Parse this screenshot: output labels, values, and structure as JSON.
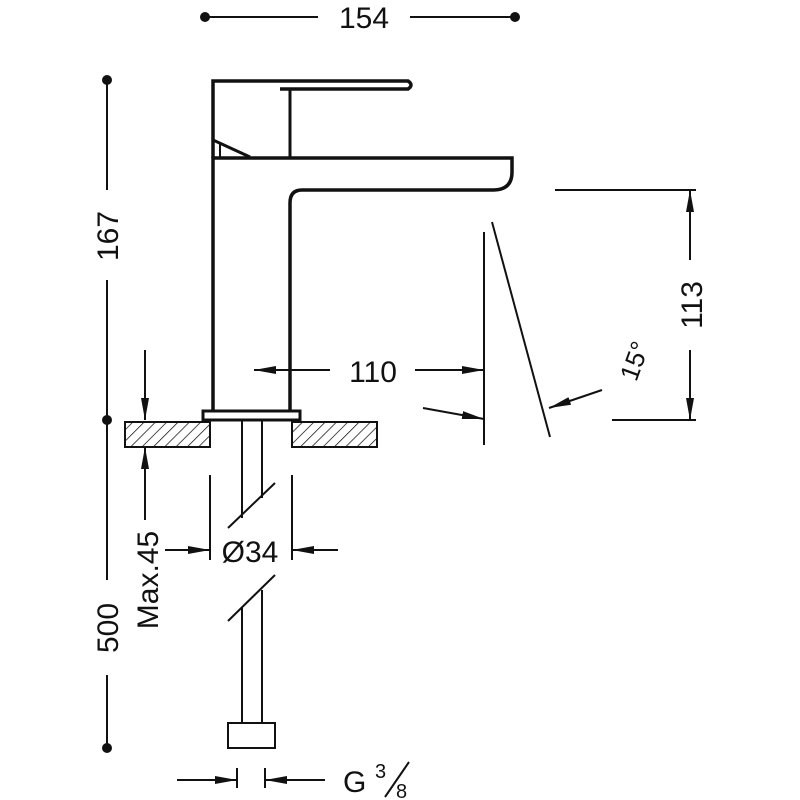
{
  "title": "Faucet dimension drawing",
  "dimensions": {
    "width_top": "154",
    "height_total": "167",
    "cable_length": "500",
    "max_counter_thickness": "Max.45",
    "spout_reach": "110",
    "spout_height": "113",
    "jet_angle": "15°",
    "hole_diameter": "Ø34",
    "connection_letter": "G",
    "connection_num": "3",
    "connection_den": "8"
  },
  "colors": {
    "line": "#111111",
    "background": "#ffffff"
  }
}
